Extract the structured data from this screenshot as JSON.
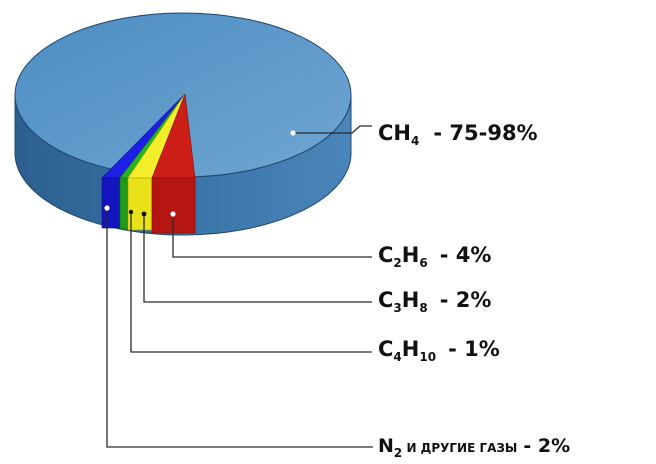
{
  "chart_data": {
    "type": "pie",
    "style": "3d",
    "slices": [
      {
        "formula": "CH",
        "sub": "4",
        "value_text": "75-98%",
        "value": 91,
        "color": "#3c79ad"
      },
      {
        "formula": "C",
        "sub": "2",
        "formula2": "H",
        "sub2": "6",
        "value_text": "4%",
        "value": 4,
        "color": "#cc1d17"
      },
      {
        "formula": "C",
        "sub": "3",
        "formula2": "H",
        "sub2": "8",
        "value_text": "2%",
        "value": 2,
        "color": "#f4ee2a"
      },
      {
        "formula": "C",
        "sub": "4",
        "formula2": "H",
        "sub2": "10",
        "value_text": "1%",
        "value": 1,
        "color": "#27b324"
      },
      {
        "formula": "N",
        "sub": "2",
        "suffix": " И ДРУГИЕ ГАЗЫ",
        "value_text": "2%",
        "value": 2,
        "color": "#1e1ee6"
      }
    ]
  }
}
